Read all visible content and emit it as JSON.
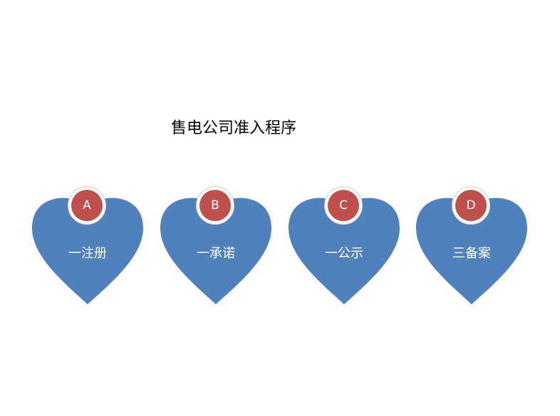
{
  "title": "售电公司准入程序",
  "colors": {
    "heart": "#4f81bd",
    "badge": "#c0504d"
  },
  "steps": [
    {
      "letter": "A",
      "label": "一注册"
    },
    {
      "letter": "B",
      "label": "一承诺"
    },
    {
      "letter": "C",
      "label": "一公示"
    },
    {
      "letter": "D",
      "label": "三备案"
    }
  ]
}
